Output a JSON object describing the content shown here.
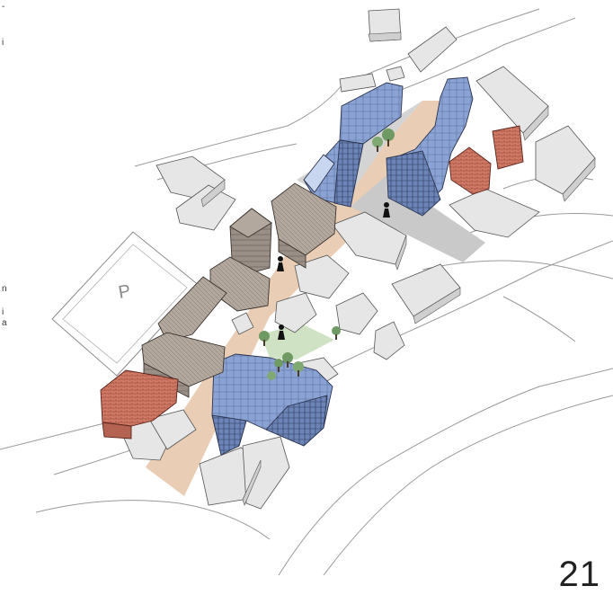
{
  "page": {
    "number": "21",
    "parking_label": "P",
    "margin_fragments_top": [
      "-",
      "i"
    ],
    "margin_fragments_mid": [
      "n",
      "i",
      "a"
    ]
  },
  "legend_colors": {
    "existing_building": "#dedede",
    "new_glass_building": "#8aa3d4",
    "new_timber_building": "#9a8f86",
    "new_brick_building": "#d27a66",
    "pedestrian_street": "#e9cdb5",
    "shared_space": "#c9c9c9",
    "green_square": "#cfe3c4",
    "tree": "#6f9a63"
  },
  "icons": [
    "person-icon",
    "tree-icon"
  ]
}
